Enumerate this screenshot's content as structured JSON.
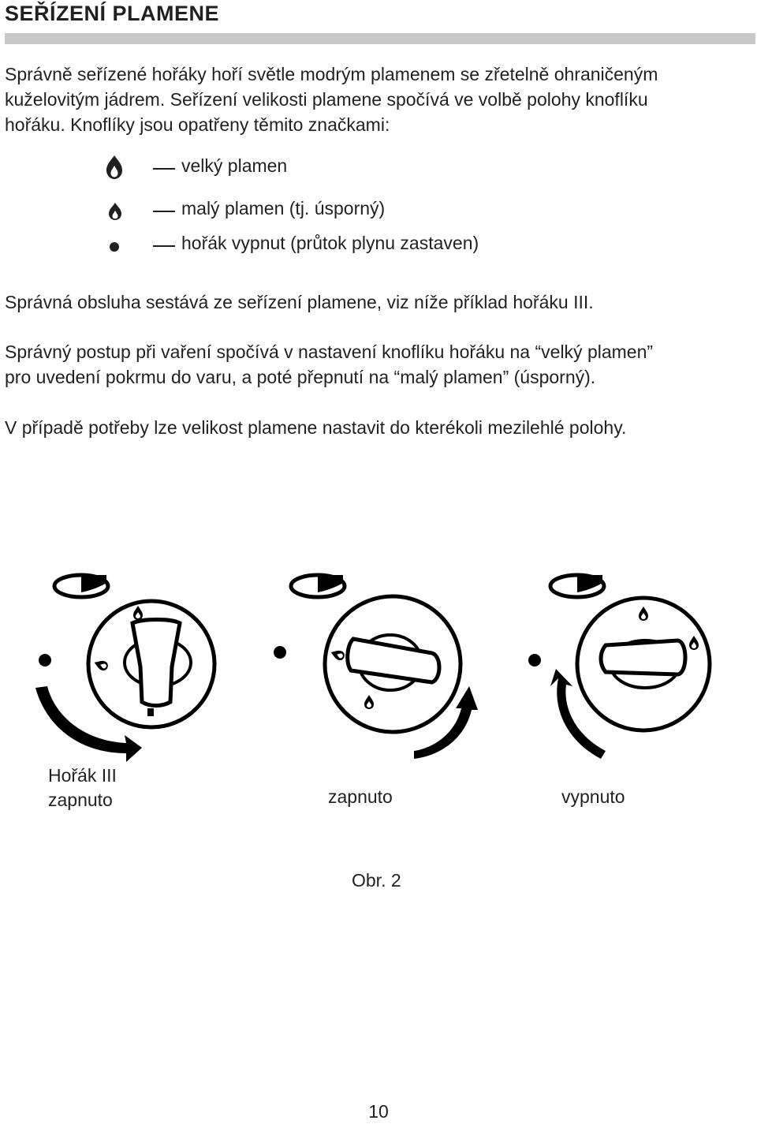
{
  "heading": "SEŘÍZENÍ PLAMENE",
  "intro": [
    "Správně seřízené hořáky hoří světle modrým plamenem se zřetelně ohraničeným",
    "kuželovitým jádrem. Seřízení velikosti plamene spočívá ve volbě polohy knoflíku",
    "hořáku. Knoflíky jsou opatřeny těmito značkami:"
  ],
  "legend": [
    {
      "icon": "large-flame-icon",
      "text": "velký plamen"
    },
    {
      "icon": "small-flame-icon",
      "text": "malý plamen (tj. úsporný)"
    },
    {
      "icon": "off-dot-icon",
      "text": "hořák vypnut (průtok plynu zastaven)"
    }
  ],
  "para2": "Správná obsluha sestává ze seřízení plamene, viz níže příklad hořáku III.",
  "para3": [
    "Správný postup při vaření spočívá v nastavení knoflíku hořáku na “velký plamen”",
    "pro uvedení pokrmu do varu, a poté přepnutí na “malý plamen” (úsporný)."
  ],
  "para4": "V případě potřeby lze velikost plamene nastavit do kterékoli mezilehlé polohy.",
  "figure": {
    "captions": [
      {
        "line1": "Hořák III",
        "line2": "zapnuto"
      },
      {
        "line1": "zapnuto"
      },
      {
        "line1": "vypnuto"
      }
    ],
    "label": "Obr. 2"
  },
  "page_number": "10",
  "colors": {
    "text": "#231f20",
    "rule": "#c8c8c8"
  }
}
